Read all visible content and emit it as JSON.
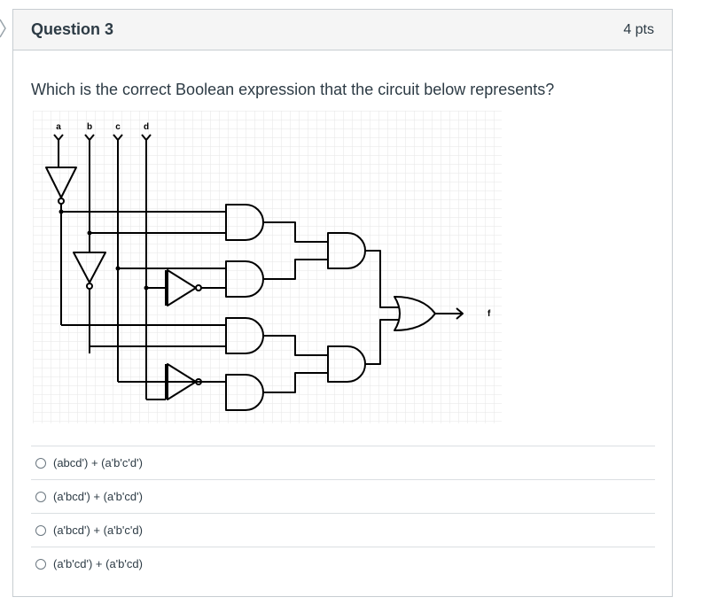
{
  "question": {
    "title": "Question 3",
    "points": "4 pts",
    "text": "Which is the correct Boolean expression that the circuit below represents?"
  },
  "circuit": {
    "inputs": [
      "a",
      "b",
      "c",
      "d"
    ],
    "output": "f",
    "colors": {
      "grid": "#e6e6e6",
      "wire": "#000000"
    }
  },
  "answers": [
    {
      "label": "(abcd') + (a'b'c'd')"
    },
    {
      "label": "(a'bcd') + (a'b'cd')"
    },
    {
      "label": "(a'bcd') + (a'b'c'd)"
    },
    {
      "label": "(a'b'cd') + (a'b'cd)"
    }
  ]
}
